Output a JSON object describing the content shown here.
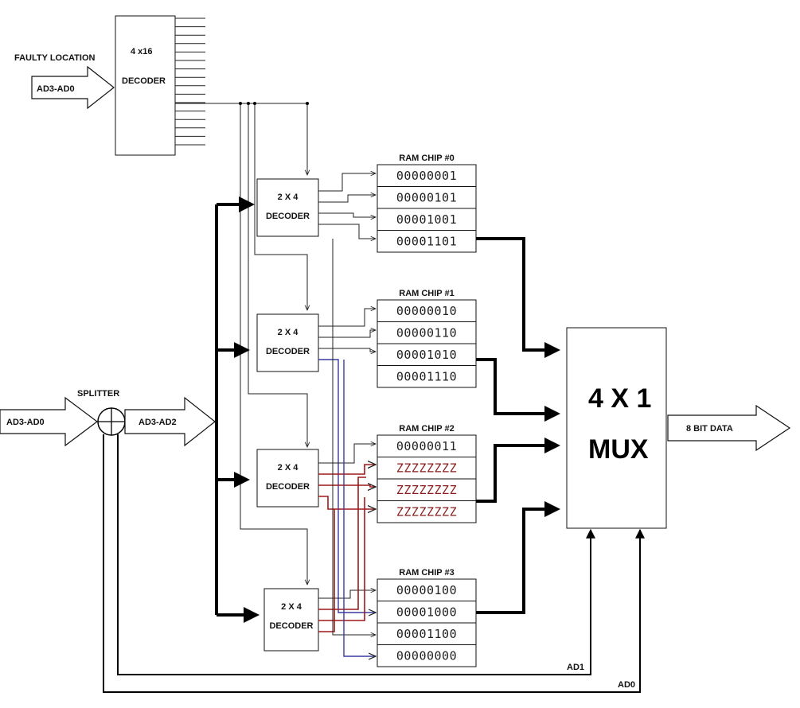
{
  "decoder_main": {
    "size": "4 x16",
    "name": "DECODER"
  },
  "input_faulty": {
    "title": "FAULTY LOCATION",
    "label": "AD3-AD0"
  },
  "input_main": {
    "label": "AD3-AD0",
    "split_out": "AD3-AD2"
  },
  "splitter_label": "SPLITTER",
  "sub_decoders": [
    {
      "size": "2 X 4",
      "name": "DECODER"
    },
    {
      "size": "2 X 4",
      "name": "DECODER"
    },
    {
      "size": "2 X 4",
      "name": "DECODER"
    },
    {
      "size": "2 X 4",
      "name": "DECODER"
    }
  ],
  "ram_chips": [
    {
      "title": "RAM CHIP #0",
      "cells": [
        "00000001",
        "00000101",
        "00001001",
        "00001101"
      ]
    },
    {
      "title": "RAM CHIP #1",
      "cells": [
        "00000010",
        "00000110",
        "00001010",
        "00001110"
      ]
    },
    {
      "title": "RAM CHIP #2",
      "cells": [
        "00000011",
        "ZZZZZZZZ",
        "ZZZZZZZZ",
        "ZZZZZZZZ"
      ]
    },
    {
      "title": "RAM CHIP #3",
      "cells": [
        "00000100",
        "00001000",
        "00001100",
        "00000000"
      ]
    }
  ],
  "mux": {
    "line1": "4 X 1",
    "line2": "MUX"
  },
  "output_label": "8 BIT DATA",
  "select_lines": {
    "ad1": "AD1",
    "ad0": "AD0"
  },
  "colors": {
    "line": "#000000",
    "faulty": "#8a1a1a",
    "blue_wire": "#3a3aa0",
    "red_wire": "#a01818"
  }
}
